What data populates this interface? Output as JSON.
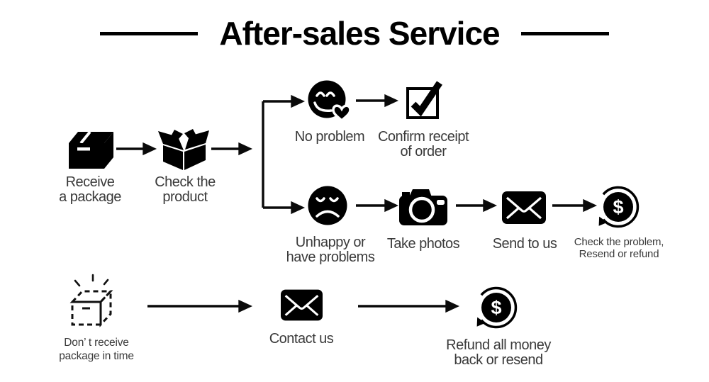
{
  "title": {
    "text": "After-sales Service"
  },
  "colors": {
    "ink": "#000000",
    "label_text": "#3a3a3a",
    "background": "#ffffff"
  },
  "icons": {
    "dollar_sign": "$",
    "names": [
      "closed-box-icon",
      "open-box-icon",
      "happy-face-heart-icon",
      "checked-checkbox-icon",
      "sad-face-icon",
      "camera-icon",
      "envelope-icon",
      "dollar-refund-icon",
      "dashed-box-icon"
    ]
  },
  "nodes": {
    "receive_package": {
      "line1": "Receive",
      "line2": "a package"
    },
    "check_product": {
      "line1": "Check the",
      "line2": "product"
    },
    "no_problem": {
      "line1": "No problem"
    },
    "confirm_receipt": {
      "line1": "Confirm receipt",
      "line2": "of order"
    },
    "unhappy": {
      "line1": "Unhappy or",
      "line2": "have problems"
    },
    "take_photos": {
      "line1": "Take photos"
    },
    "send_to_us": {
      "line1": "Send to us"
    },
    "check_problem": {
      "line1": "Check the problem,",
      "line2": "Resend or refund"
    },
    "dont_receive": {
      "line1": "Don’ t receive",
      "line2": "package in time"
    },
    "contact_us": {
      "line1": "Contact us"
    },
    "refund_money": {
      "line1": "Refund all money",
      "line2": "back or resend"
    }
  }
}
